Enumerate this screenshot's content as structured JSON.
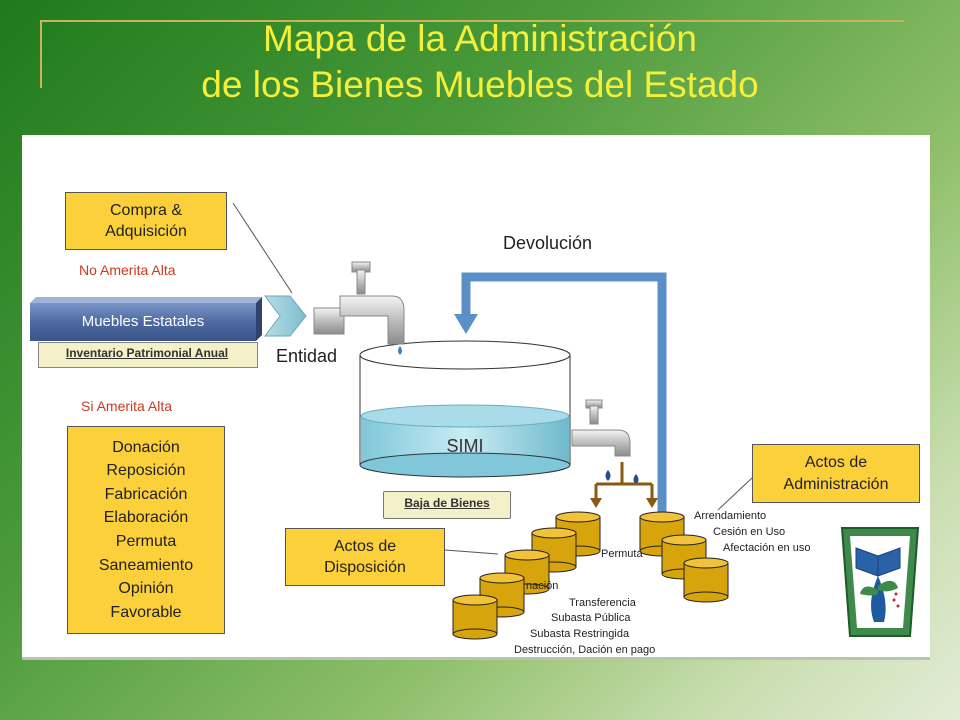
{
  "title": {
    "line1": "Mapa de la Administración",
    "line2": "de los Bienes Muebles del Estado"
  },
  "left": {
    "compra": "Compra & Adquisición",
    "no_amerita": "No Amerita Alta",
    "muebles": "Muebles Estatales",
    "inventario": "Inventario Patrimonial Anual",
    "si_amerita": "Si Amerita Alta",
    "altas_items": [
      "Donación",
      "Reposición",
      "Fabricación",
      "Elaboración",
      "Permuta",
      "Saneamiento",
      "Opinión",
      "Favorable"
    ]
  },
  "center": {
    "entidad": "Entidad",
    "simi": "SIMI",
    "devolucion": "Devolución",
    "baja": "Baja de Bienes",
    "disposicion": "Actos de Disposición"
  },
  "right": {
    "administracion": "Actos de Administración",
    "admin_items": [
      "Arrendamiento",
      "Cesión en Uso",
      "Afectación en uso"
    ]
  },
  "disposal_items": [
    "Permuta",
    "nación",
    "Transferencia",
    "Subasta Pública",
    "Subasta Restringida",
    "Destrucción, Dación en pago"
  ],
  "colors": {
    "title": "#f6ef3a",
    "box_fill": "#fcd03a",
    "arrow_blue": "#5b8fc8",
    "red_text": "#cc3a1a",
    "cylinder_gold": "#d8a40c"
  }
}
